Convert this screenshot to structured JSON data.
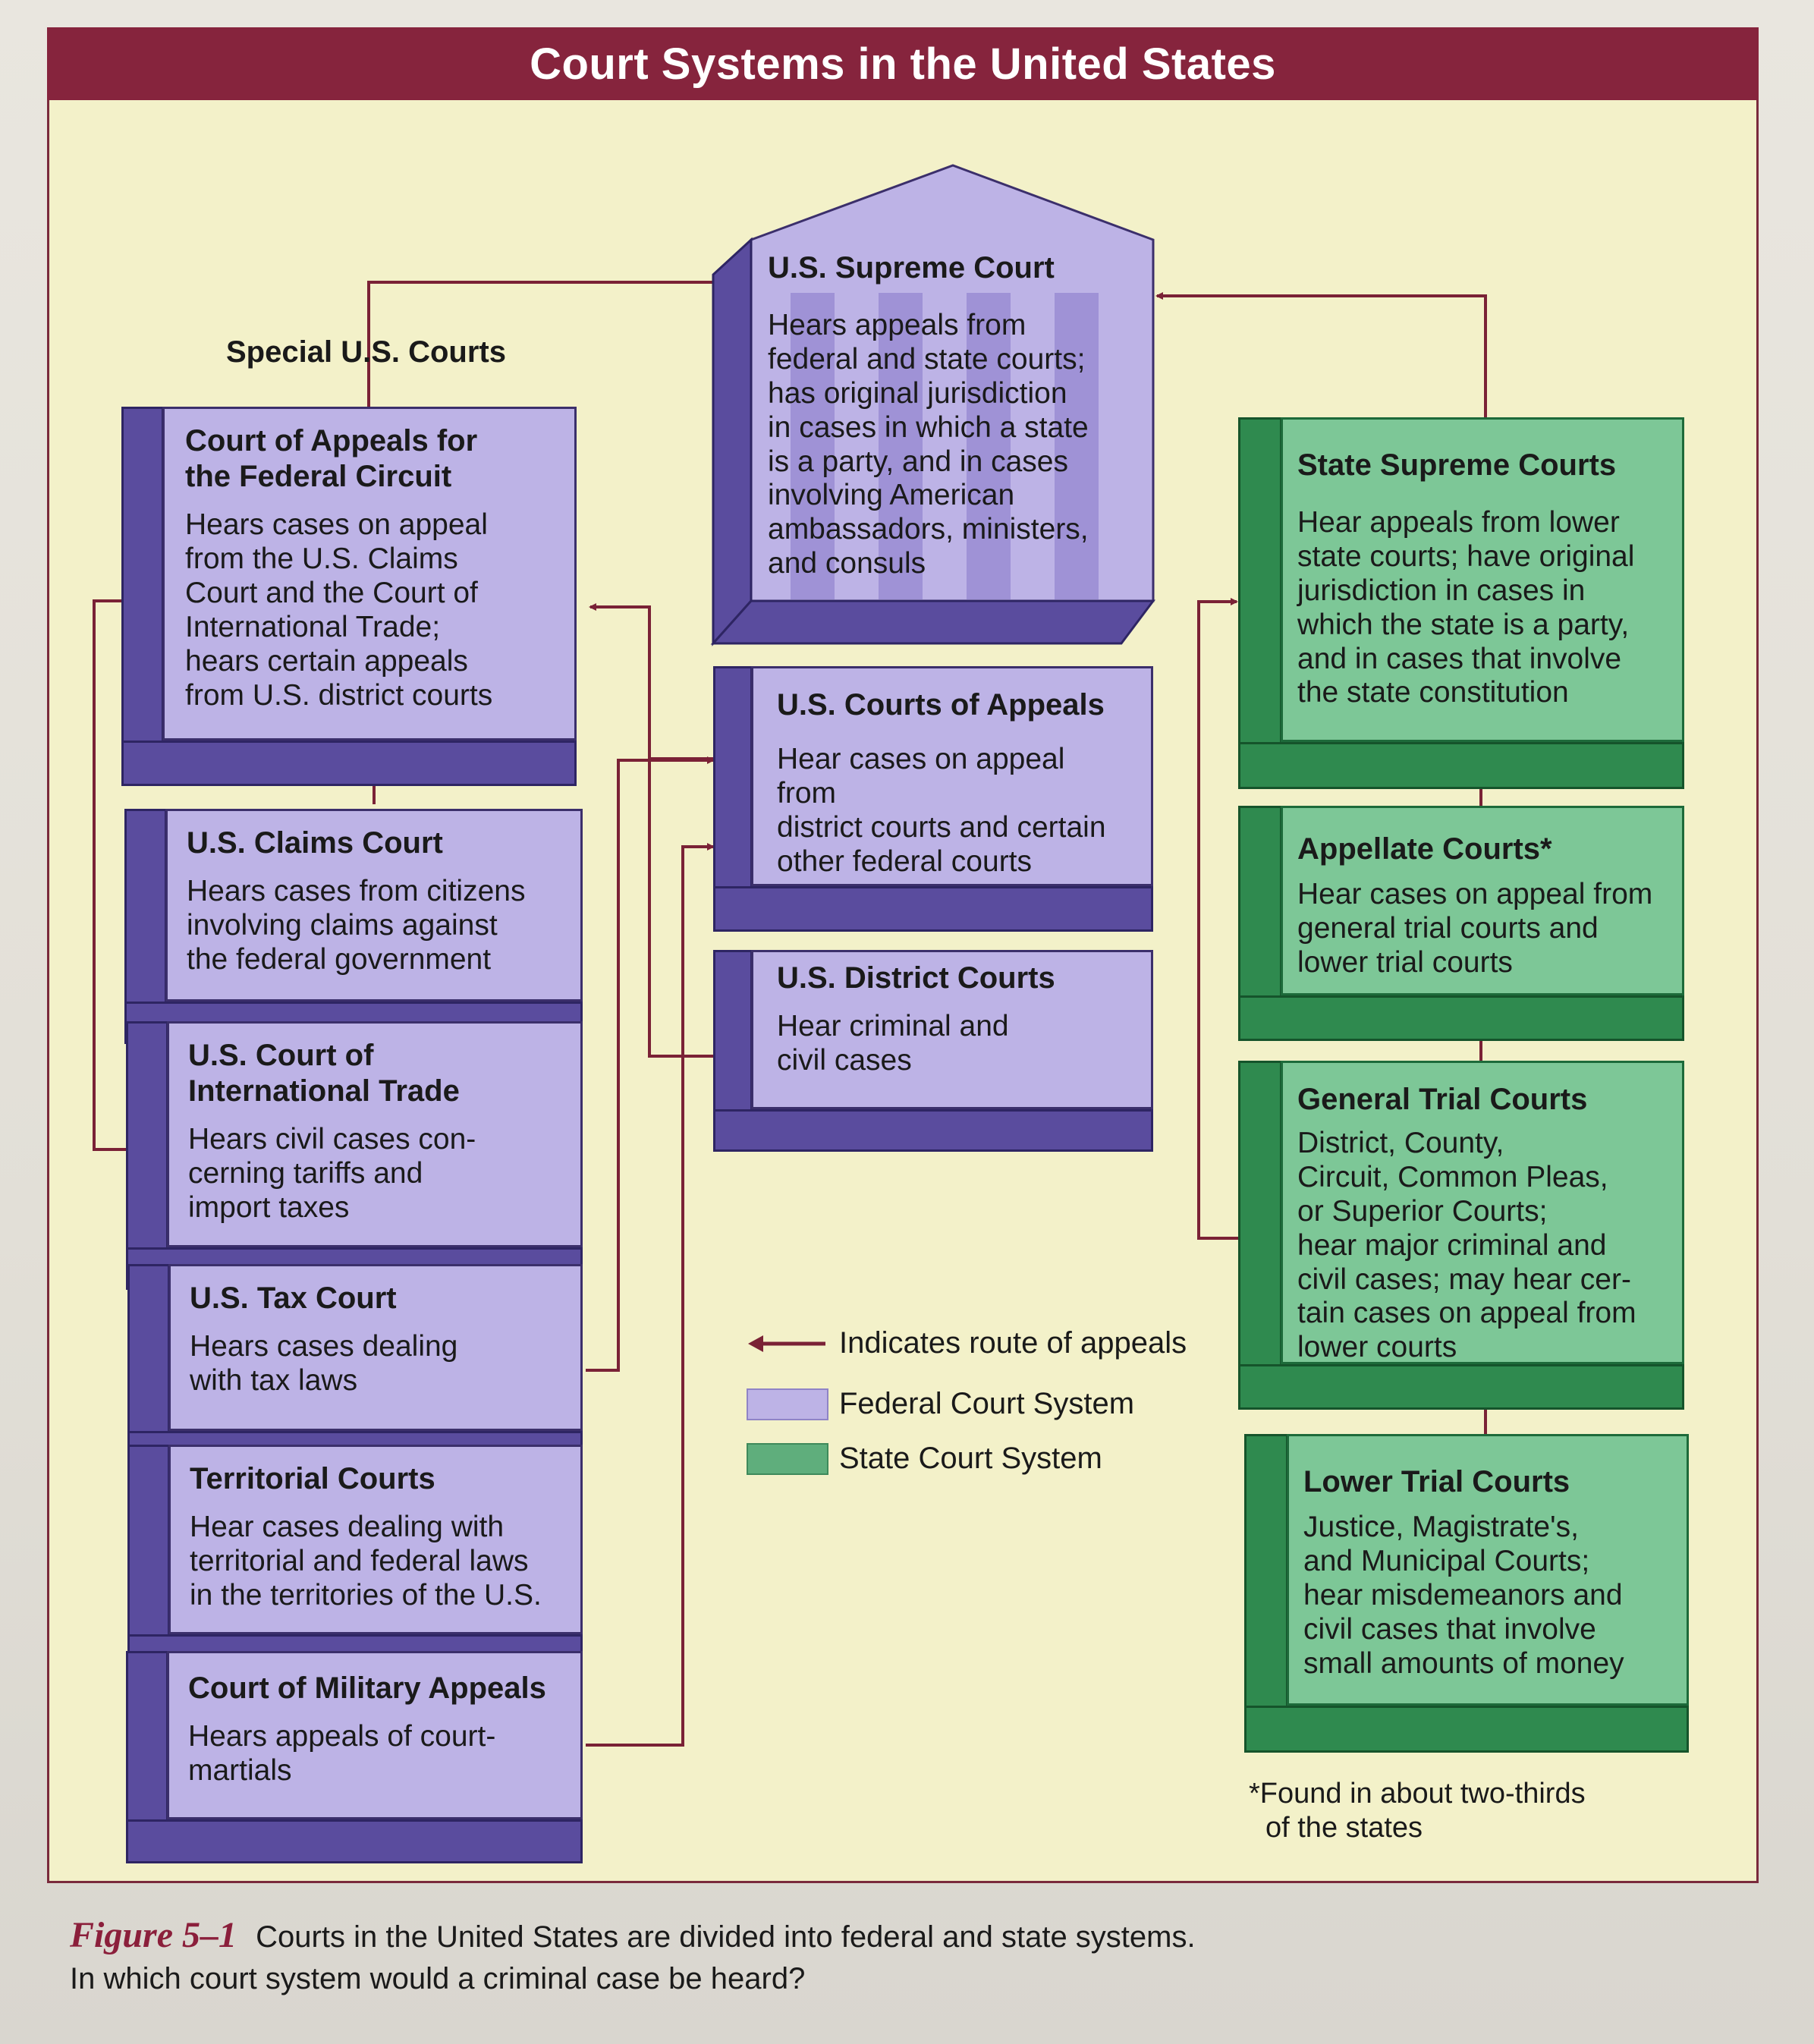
{
  "title": "Court Systems in the United States",
  "special_label": "Special U.S. Courts",
  "federal": {
    "supreme": {
      "title": "U.S. Supreme Court",
      "lines": [
        "Hears appeals from",
        "federal and state courts;",
        "has original jurisdiction",
        "in cases in which a state",
        "is a party, and in cases",
        "involving American",
        "ambassadors, ministers,",
        "and consuls"
      ]
    },
    "appeals": {
      "title": "U.S. Courts of Appeals",
      "lines": [
        "Hear cases on appeal from",
        "district courts and certain",
        "other federal courts"
      ]
    },
    "district": {
      "title": "U.S. District Courts",
      "lines": [
        "Hear criminal and",
        "civil cases"
      ]
    },
    "federal_circuit": {
      "title_lines": [
        "Court of Appeals for",
        "the Federal Circuit"
      ],
      "lines": [
        "Hears cases on appeal",
        "from the U.S. Claims",
        "Court and the Court of",
        "International Trade;",
        "hears certain appeals",
        "from U.S. district courts"
      ]
    },
    "claims": {
      "title": "U.S. Claims Court",
      "lines": [
        "Hears cases from citizens",
        "involving claims against",
        "the federal government"
      ]
    },
    "trade": {
      "title_lines": [
        "U.S. Court of",
        "International Trade"
      ],
      "lines": [
        "Hears civil cases con-",
        "cerning tariffs and",
        "import taxes"
      ]
    },
    "tax": {
      "title": "U.S. Tax Court",
      "lines": [
        "Hears cases dealing",
        "with tax laws"
      ]
    },
    "territorial": {
      "title": "Territorial Courts",
      "lines": [
        "Hear cases dealing with",
        "territorial and federal laws",
        "in the territories of the U.S."
      ]
    },
    "military": {
      "title": "Court of Military Appeals",
      "lines": [
        "Hears appeals of court-",
        "martials"
      ]
    }
  },
  "state": {
    "supreme": {
      "title": "State Supreme Courts",
      "lines": [
        "Hear appeals from lower",
        "state courts; have original",
        "jurisdiction in cases in",
        "which the state is a party,",
        "and in cases that involve",
        "the state constitution"
      ]
    },
    "appellate": {
      "title": "Appellate Courts*",
      "lines": [
        "Hear cases on appeal from",
        "general trial courts and",
        "lower trial courts"
      ]
    },
    "general": {
      "title": "General Trial Courts",
      "lines": [
        "District, County,",
        "Circuit, Common Pleas,",
        "or Superior Courts;",
        "hear major criminal and",
        "civil cases; may hear cer-",
        "tain cases on appeal from",
        "lower courts"
      ]
    },
    "lower": {
      "title": "Lower Trial Courts",
      "lines": [
        "Justice, Magistrate's,",
        "and Municipal Courts;",
        "hear misdemeanors and",
        "civil cases that involve",
        "small amounts of money"
      ]
    }
  },
  "legend": {
    "appeals": "Indicates route of appeals",
    "federal": "Federal Court System",
    "state": "State Court System"
  },
  "footnote": [
    "*Found in about two-thirds",
    "of the states"
  ],
  "caption": {
    "label": "Figure 5–1",
    "line1": "Courts in the United States are divided into federal and state systems.",
    "line2": "In which court system would a criminal case be heard?"
  },
  "colors": {
    "title_bar": "#86243d",
    "panel": "#f3f1c9",
    "federal_face": "#bdb3e6",
    "federal_side": "#5a4c9e",
    "state_face": "#7dc797",
    "state_side": "#2f8a4f",
    "arrow": "#7a2236"
  }
}
